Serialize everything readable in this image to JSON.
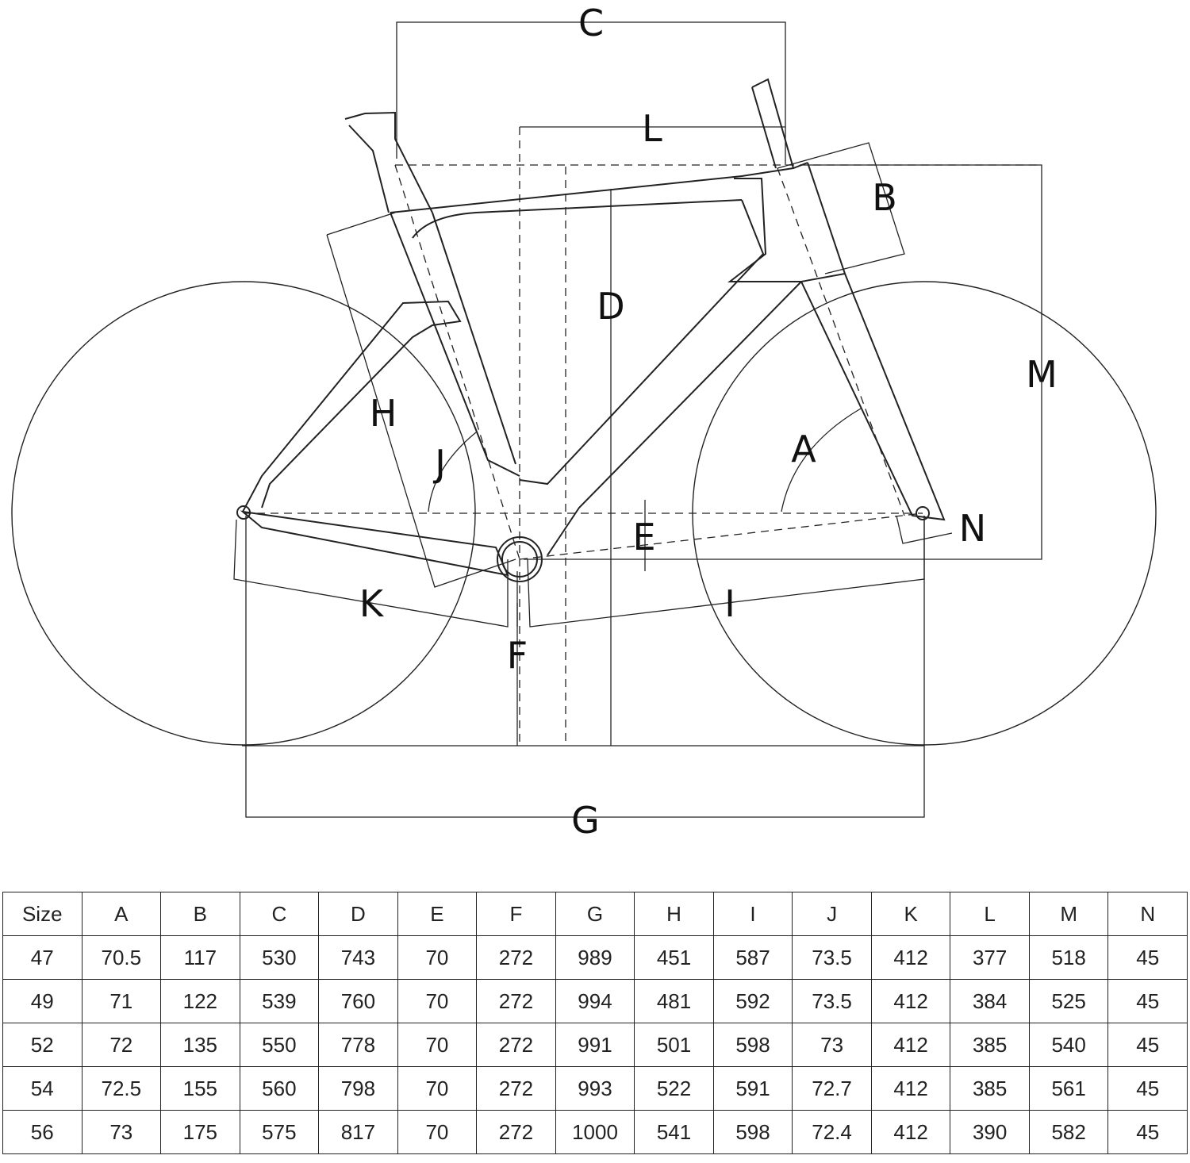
{
  "diagram": {
    "labels": {
      "A": "A",
      "B": "B",
      "C": "C",
      "D": "D",
      "E": "E",
      "F": "F",
      "G": "G",
      "H": "H",
      "I": "I",
      "J": "J",
      "K": "K",
      "L": "L",
      "M": "M",
      "N": "N"
    }
  },
  "table": {
    "headers": [
      "Size",
      "A",
      "B",
      "C",
      "D",
      "E",
      "F",
      "G",
      "H",
      "I",
      "J",
      "K",
      "L",
      "M",
      "N"
    ],
    "rows": [
      [
        "47",
        "70.5",
        "117",
        "530",
        "743",
        "70",
        "272",
        "989",
        "451",
        "587",
        "73.5",
        "412",
        "377",
        "518",
        "45"
      ],
      [
        "49",
        "71",
        "122",
        "539",
        "760",
        "70",
        "272",
        "994",
        "481",
        "592",
        "73.5",
        "412",
        "384",
        "525",
        "45"
      ],
      [
        "52",
        "72",
        "135",
        "550",
        "778",
        "70",
        "272",
        "991",
        "501",
        "598",
        "73",
        "412",
        "385",
        "540",
        "45"
      ],
      [
        "54",
        "72.5",
        "155",
        "560",
        "798",
        "70",
        "272",
        "993",
        "522",
        "591",
        "72.7",
        "412",
        "385",
        "561",
        "45"
      ],
      [
        "56",
        "73",
        "175",
        "575",
        "817",
        "70",
        "272",
        "1000",
        "541",
        "598",
        "72.4",
        "412",
        "390",
        "582",
        "45"
      ]
    ]
  }
}
